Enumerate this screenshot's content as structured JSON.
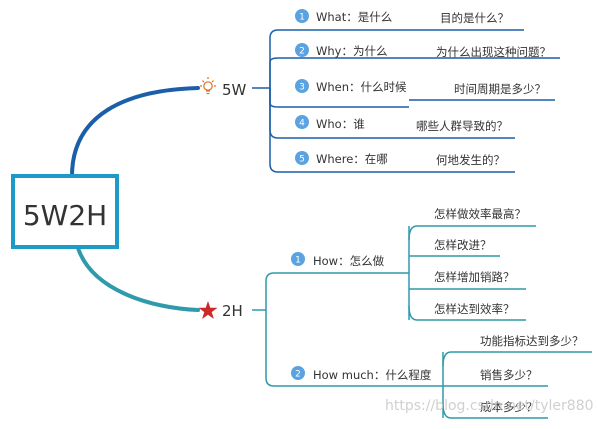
{
  "center": {
    "title": "5W2H",
    "accent": "#1e9ac6"
  },
  "branches": {
    "w5": {
      "label": "5W",
      "icon": "lightbulb-icon",
      "icon_color": "#e07020",
      "line_color": "#1b5fa8",
      "items": [
        {
          "num": "1",
          "label": "What：是什么",
          "detail": "目的是什么？"
        },
        {
          "num": "2",
          "label": "Why：为什么",
          "detail": "为什么出现这种问题？"
        },
        {
          "num": "3",
          "label": "When：什么时候",
          "detail": "时间周期是多少？"
        },
        {
          "num": "4",
          "label": "Who：谁",
          "detail": "哪些人群导致的？"
        },
        {
          "num": "5",
          "label": "Where：在哪",
          "detail": "何地发生的？"
        }
      ]
    },
    "h2": {
      "label": "2H",
      "icon": "star-icon",
      "icon_color": "#cc2a2a",
      "line_color": "#2e9aab",
      "items": [
        {
          "num": "1",
          "label": "How：怎么做",
          "details": [
            "怎样做效率最高？",
            "怎样改进？",
            "怎样增加销路？",
            "怎样达到效率？"
          ]
        },
        {
          "num": "2",
          "label": "How much：什么程度",
          "details": [
            "功能指标达到多少？",
            "销售多少？",
            "成本多少？"
          ]
        }
      ]
    }
  },
  "badge_color": "#5ba3e0",
  "watermark": "https://blog.csdn.net/tyler880"
}
